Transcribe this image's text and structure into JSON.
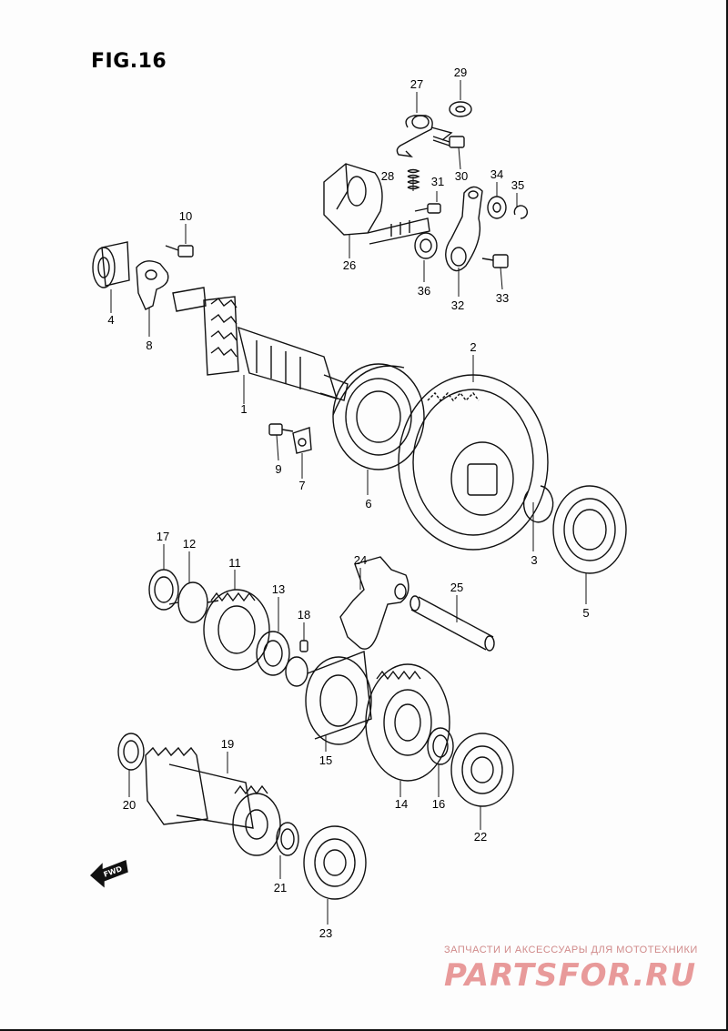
{
  "figure": {
    "title": "FIG.16"
  },
  "fwd_marker": "FWD",
  "watermark": {
    "tagline": "ЗАПЧАСТИ И АКСЕССУАРЫ ДЛЯ МОТОТЕХНИКИ",
    "logo": "PARTSFOR.RU"
  },
  "callouts": [
    {
      "id": "c1",
      "label": "1"
    },
    {
      "id": "c2",
      "label": "2"
    },
    {
      "id": "c3",
      "label": "3"
    },
    {
      "id": "c4",
      "label": "4"
    },
    {
      "id": "c5",
      "label": "5"
    },
    {
      "id": "c6",
      "label": "6"
    },
    {
      "id": "c7",
      "label": "7"
    },
    {
      "id": "c8",
      "label": "8"
    },
    {
      "id": "c9",
      "label": "9"
    },
    {
      "id": "c10",
      "label": "10"
    },
    {
      "id": "c11",
      "label": "11"
    },
    {
      "id": "c12",
      "label": "12"
    },
    {
      "id": "c13",
      "label": "13"
    },
    {
      "id": "c14",
      "label": "14"
    },
    {
      "id": "c15",
      "label": "15"
    },
    {
      "id": "c16",
      "label": "16"
    },
    {
      "id": "c17",
      "label": "17"
    },
    {
      "id": "c18",
      "label": "18"
    },
    {
      "id": "c19",
      "label": "19"
    },
    {
      "id": "c20",
      "label": "20"
    },
    {
      "id": "c21",
      "label": "21"
    },
    {
      "id": "c22",
      "label": "22"
    },
    {
      "id": "c23",
      "label": "23"
    },
    {
      "id": "c24",
      "label": "24"
    },
    {
      "id": "c25",
      "label": "25"
    },
    {
      "id": "c26",
      "label": "26"
    },
    {
      "id": "c27",
      "label": "27"
    },
    {
      "id": "c28",
      "label": "28"
    },
    {
      "id": "c29",
      "label": "29"
    },
    {
      "id": "c30",
      "label": "30"
    },
    {
      "id": "c31",
      "label": "31"
    },
    {
      "id": "c32",
      "label": "32"
    },
    {
      "id": "c33",
      "label": "33"
    },
    {
      "id": "c34",
      "label": "34"
    },
    {
      "id": "c35",
      "label": "35"
    },
    {
      "id": "c36",
      "label": "36"
    }
  ]
}
